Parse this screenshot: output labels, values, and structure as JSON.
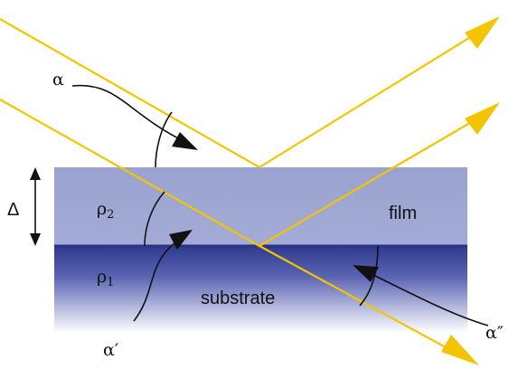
{
  "labels": {
    "alpha": "α",
    "alpha_prime": "α′",
    "alpha_double_prime": "α″",
    "delta": "Δ",
    "rho2_symbol": "ρ",
    "rho2_sub": "2",
    "rho1_symbol": "ρ",
    "rho1_sub": "1",
    "film": "film",
    "substrate": "substrate"
  },
  "colors": {
    "ray": "#f5c400",
    "film": "#9aa3cf",
    "interface": "#2f3a8f",
    "substrate_top": "#3a46a0",
    "substrate_bottom": "#ffffff",
    "ink": "#111111"
  }
}
